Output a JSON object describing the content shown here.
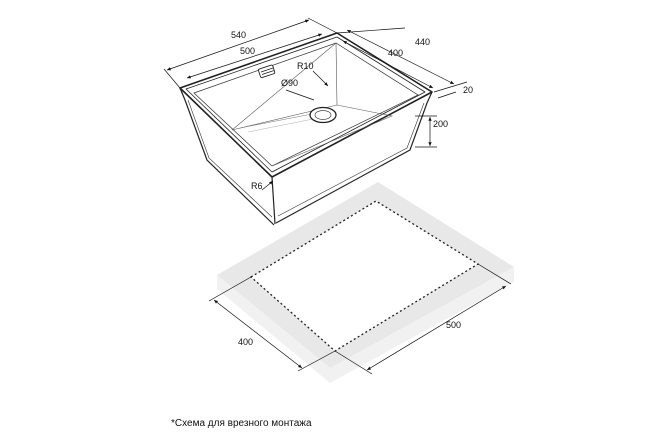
{
  "sink": {
    "dim_outer_width": "540",
    "dim_inner_width": "500",
    "dim_outer_depth": "440",
    "dim_inner_depth": "400",
    "dim_rim": "20",
    "dim_height": "200",
    "radius_top": "R10",
    "radius_bottom": "R6",
    "drain": "Ø90"
  },
  "cutout": {
    "dim_depth": "400",
    "dim_width": "500"
  },
  "caption": "*Схема для врезного монтажа"
}
